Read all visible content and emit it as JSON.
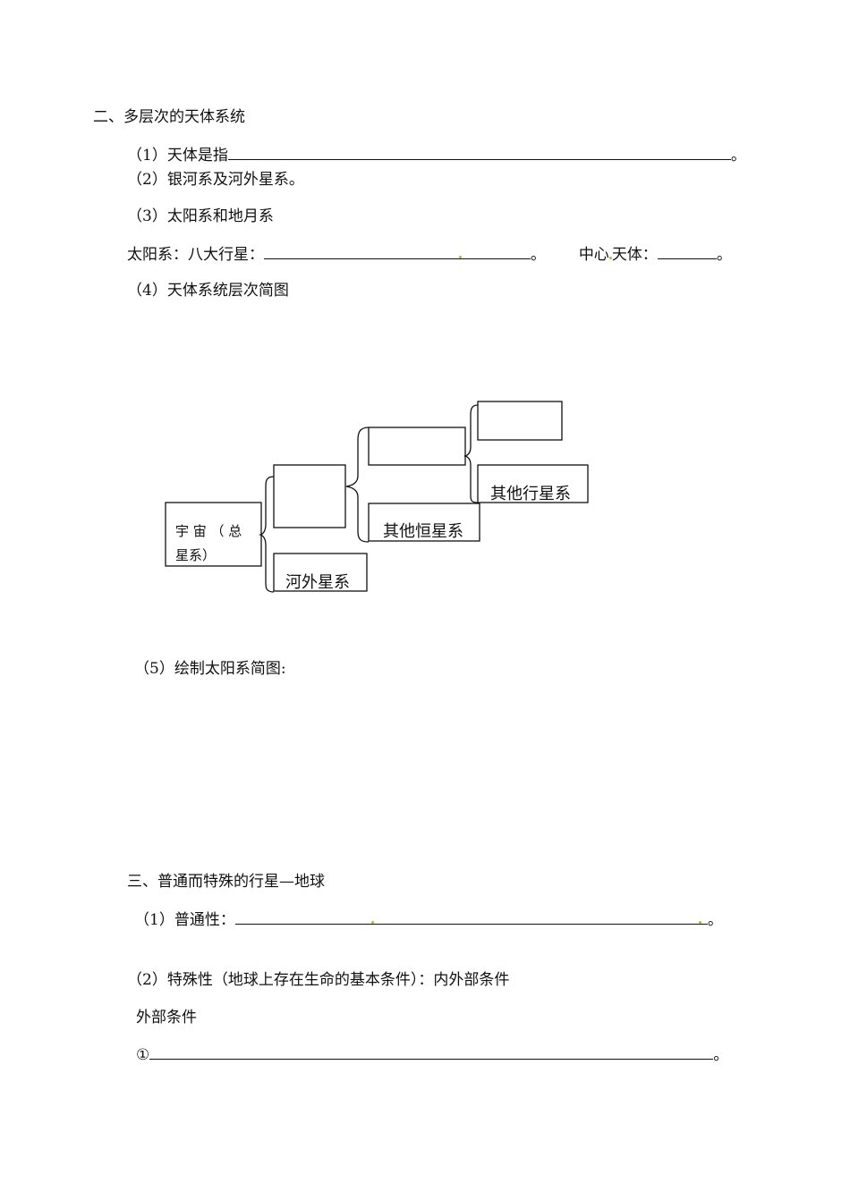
{
  "section2": {
    "title": "二、多层次的天体系统",
    "q1_label": "（1）天体是指",
    "q1_end": "。",
    "q2": "（2）银河系及河外星系。",
    "q3": "（3）太阳系和地月系",
    "solar_label": "太阳系：八大行星：",
    "solar_end": "。",
    "center_label_a": "中心",
    "center_label_b": "天体：",
    "center_end": "。",
    "q4": "（4）天体系统层次简图",
    "q5": "（5）绘制太阳系简图:"
  },
  "diagram": {
    "universe": "宇 宙 （ 总",
    "universe_line2": "星系）",
    "extragalactic": "河外星系",
    "other_stars": "其他恒星系",
    "other_planets": "其他行星系"
  },
  "section3": {
    "title": "三、普通而特殊的行星—地球",
    "q1_label": "（1）普通性：",
    "q1_end": "。",
    "q2": "（2）特殊性（地球上存在生命的基本条件）：内外部条件",
    "external": "外部条件",
    "item1_label": "①",
    "item1_end": "。"
  }
}
